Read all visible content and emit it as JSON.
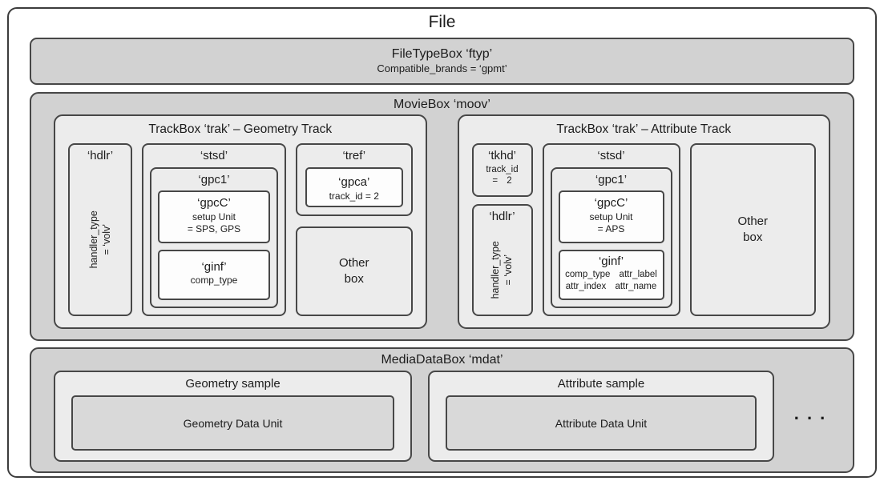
{
  "colors": {
    "container_gray": "#d2d2d2",
    "box_light_gray": "#ececec",
    "white_box": "#fdfdfd",
    "data_unit_gray": "#d9d9d9",
    "border": "#474747",
    "text": "#1c1c1c"
  },
  "file": {
    "title": "File",
    "ftyp": {
      "title": "FileTypeBox ‘ftyp’",
      "brands": "Compatible_brands = ‘gpmt’"
    },
    "moov": {
      "title": "MovieBox ‘moov’",
      "geometry_track": {
        "title": "TrackBox ‘trak’ – Geometry Track",
        "hdlr": {
          "title": "‘hdlr’",
          "line1": "handler_type",
          "line2": "= ‘volv’"
        },
        "stsd": {
          "title": "‘stsd’"
        },
        "gpc1": {
          "title": "‘gpc1’"
        },
        "gpcC": {
          "title": "‘gpcC’",
          "line1": "setup Unit",
          "line2": "= SPS, GPS"
        },
        "ginf": {
          "title": "‘ginf’",
          "line1": "comp_type"
        },
        "tref": {
          "title": "‘tref’"
        },
        "gpca": {
          "title": "‘gpca’",
          "line1": "track_id = 2"
        },
        "other": {
          "line1": "Other",
          "line2": "box"
        }
      },
      "attribute_track": {
        "title": "TrackBox ‘trak’ – Attribute Track",
        "tkhd": {
          "title": "‘tkhd’",
          "line1": "track_id",
          "line2": "= 2"
        },
        "hdlr": {
          "title": "‘hdlr’",
          "line1": "handler_type",
          "line2": "= ‘volv’"
        },
        "stsd": {
          "title": "‘stsd’"
        },
        "gpc1": {
          "title": "‘gpc1’"
        },
        "gpcC": {
          "title": "‘gpcC’",
          "line1": "setup Unit",
          "line2": "= APS"
        },
        "ginf": {
          "title": "‘ginf’",
          "line1": "comp_type attr_label",
          "line2": "attr_index attr_name"
        },
        "other": {
          "line1": "Other",
          "line2": "box"
        }
      }
    },
    "mdat": {
      "title": "MediaDataBox ‘mdat’",
      "geometry_sample": {
        "title": "Geometry sample",
        "unit": "Geometry Data Unit"
      },
      "attribute_sample": {
        "title": "Attribute sample",
        "unit": "Attribute Data Unit"
      },
      "ellipsis": ". . ."
    }
  }
}
